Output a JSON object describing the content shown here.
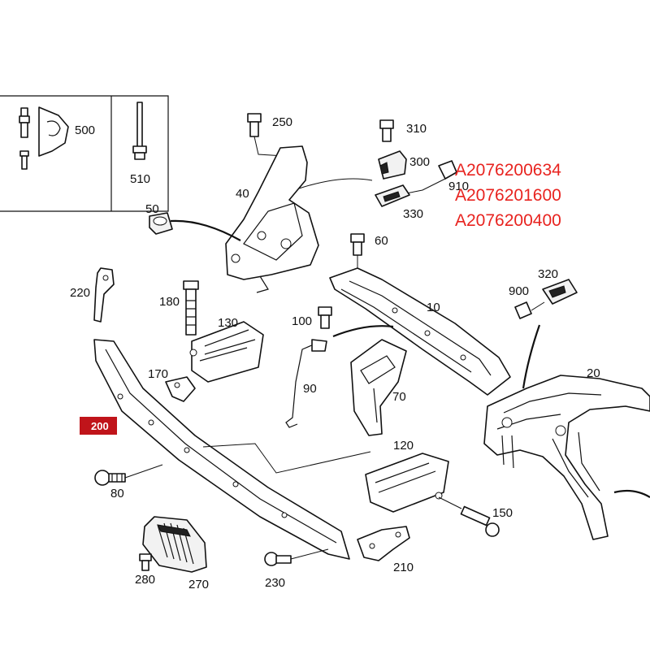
{
  "callouts": {
    "c500": "500",
    "c510": "510",
    "c250": "250",
    "c40": "40",
    "c310": "310",
    "c300": "300",
    "c910": "910",
    "c330": "330",
    "c50": "50",
    "c60": "60",
    "c220": "220",
    "c180": "180",
    "c130": "130",
    "c100": "100",
    "c10": "10",
    "c320": "320",
    "c900": "900",
    "c170": "170",
    "c90": "90",
    "c70": "70",
    "c20": "20",
    "c200": "200",
    "c120": "120",
    "c80": "80",
    "c150": "150",
    "c280": "280",
    "c270": "270",
    "c230": "230",
    "c210": "210"
  },
  "part_numbers": [
    "A2076200634",
    "A2076201600",
    "A2076200400"
  ],
  "colors": {
    "part_number_text": "#e8231f",
    "highlight_box": "#c0141a",
    "line": "#111111"
  }
}
